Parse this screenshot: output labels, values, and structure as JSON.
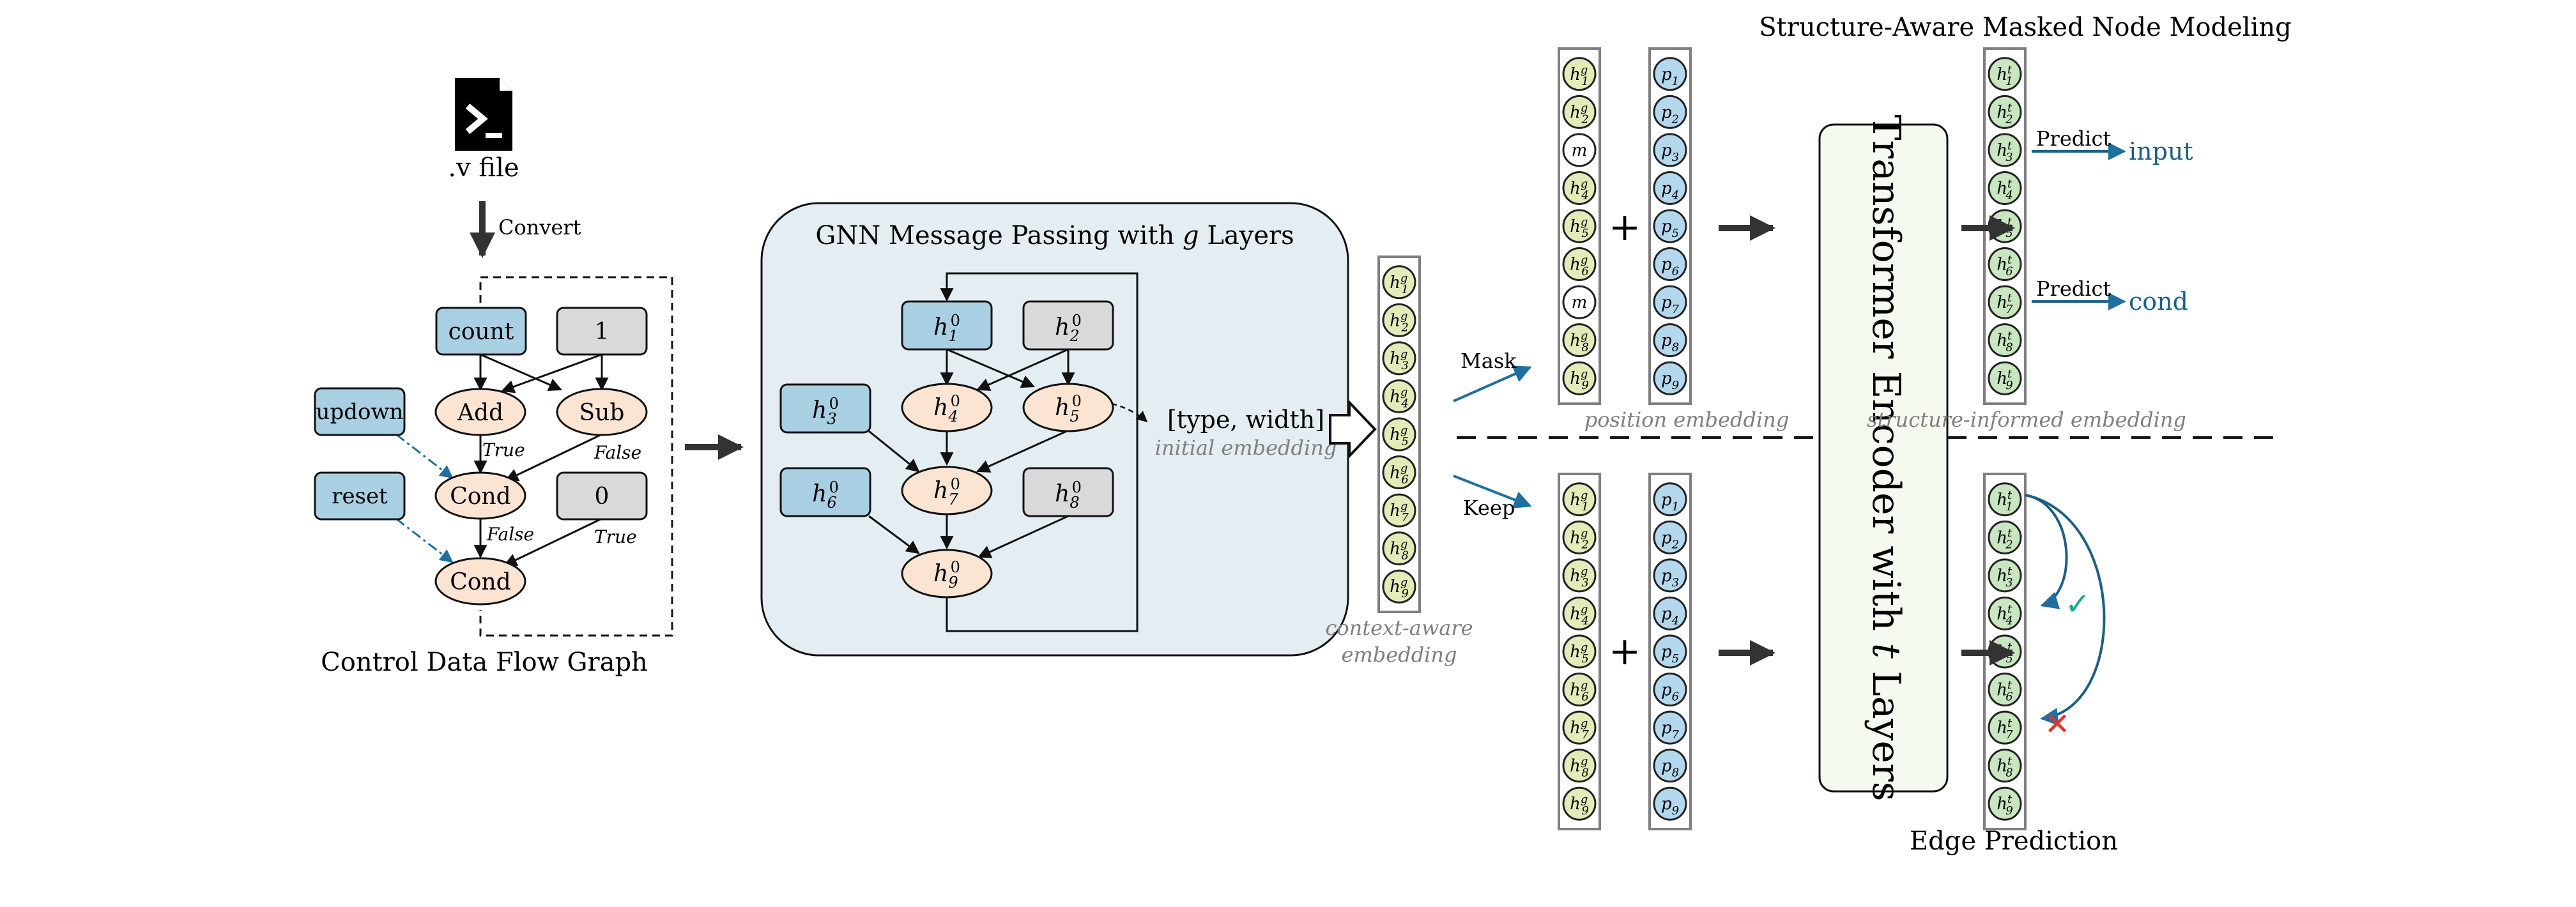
{
  "file": {
    "label": ".v file",
    "convert": "Convert"
  },
  "cdfg": {
    "caption": "Control Data Flow Graph",
    "nodes": {
      "count": "count",
      "one": "1",
      "add": "Add",
      "sub": "Sub",
      "updown": "updown",
      "reset": "reset",
      "cond": "Cond",
      "zero": "0"
    },
    "edges": {
      "true1": "True",
      "false1": "False",
      "false2": "False",
      "true2": "True"
    }
  },
  "gnn": {
    "title_prefix": "GNN Message Passing with ",
    "title_var": "g",
    "title_suffix": " Layers",
    "nodes": [
      {
        "sub": "1",
        "sup": "0"
      },
      {
        "sub": "2",
        "sup": "0"
      },
      {
        "sub": "3",
        "sup": "0"
      },
      {
        "sub": "4",
        "sup": "0"
      },
      {
        "sub": "5",
        "sup": "0"
      },
      {
        "sub": "6",
        "sup": "0"
      },
      {
        "sub": "7",
        "sup": "0"
      },
      {
        "sub": "8",
        "sup": "0"
      },
      {
        "sub": "9",
        "sup": "0"
      }
    ]
  },
  "initial_embedding": {
    "value": "[type, width]",
    "caption": "initial embedding"
  },
  "context_embedding": {
    "caption_line1": "context-aware",
    "caption_line2": "embedding"
  },
  "branches": {
    "mask": "Mask",
    "keep": "Keep"
  },
  "position_embedding": {
    "caption": "position embedding"
  },
  "mask_token": "m",
  "transformer": {
    "prefix": "Transformer Encoder with ",
    "var": "t",
    "suffix": " Layers"
  },
  "structure_embedding": {
    "caption": "structure-informed embedding"
  },
  "smnm": {
    "title": "Structure-Aware Masked Node Modeling",
    "predict1": "Predict",
    "target1": "input",
    "predict2": "Predict",
    "target2": "cond"
  },
  "edge_prediction": {
    "caption": "Edge Prediction",
    "check": "✓",
    "cross": "✕"
  },
  "colors": {
    "blue_node": "#a9cfe2",
    "gray_node": "#d9d9d9",
    "peach_node": "#fce4d2",
    "panel": "#e4edf1",
    "green": "#c8e6c0",
    "yellow_green": "#e3ecb8",
    "pos_blue": "#b3d8ee",
    "arrow_blue": "#1f6fa0",
    "text_blue": "#1d5f86",
    "check_green": "#1aa88c",
    "cross_red": "#e0342c"
  }
}
